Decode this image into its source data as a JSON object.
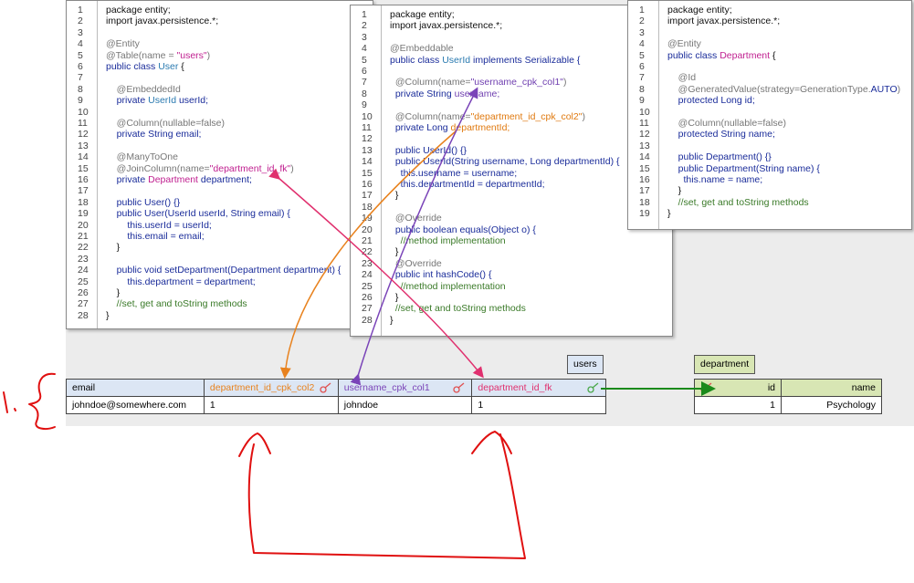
{
  "user_code": {
    "lines": [
      {
        "n": "1",
        "segs": [
          {
            "t": "package entity;",
            "c": ""
          }
        ]
      },
      {
        "n": "2",
        "segs": [
          {
            "t": "import javax.persistence.*;",
            "c": ""
          }
        ]
      },
      {
        "n": "3",
        "segs": []
      },
      {
        "n": "4",
        "segs": [
          {
            "t": "@Entity",
            "c": "a"
          }
        ]
      },
      {
        "n": "5",
        "segs": [
          {
            "t": "@Table(name = ",
            "c": "a"
          },
          {
            "t": "\"users\"",
            "c": "s"
          },
          {
            "t": ")",
            "c": "a"
          }
        ]
      },
      {
        "n": "6",
        "segs": [
          {
            "t": "public class ",
            "c": "f"
          },
          {
            "t": "User",
            "c": "t"
          },
          {
            "t": " {",
            "c": ""
          }
        ]
      },
      {
        "n": "7",
        "segs": []
      },
      {
        "n": "8",
        "segs": [
          {
            "t": "    @EmbeddedId",
            "c": "a"
          }
        ]
      },
      {
        "n": "9",
        "segs": [
          {
            "t": "    private ",
            "c": "f"
          },
          {
            "t": "UserId",
            "c": "t"
          },
          {
            "t": " userId;",
            "c": "f"
          }
        ]
      },
      {
        "n": "10",
        "segs": []
      },
      {
        "n": "11",
        "segs": [
          {
            "t": "    @Column(nullable=false)",
            "c": "a"
          }
        ]
      },
      {
        "n": "12",
        "segs": [
          {
            "t": "    private String email;",
            "c": "f"
          }
        ]
      },
      {
        "n": "13",
        "segs": []
      },
      {
        "n": "14",
        "segs": [
          {
            "t": "    @ManyToOne",
            "c": "a"
          }
        ]
      },
      {
        "n": "15",
        "segs": [
          {
            "t": "    @JoinColumn(name=",
            "c": "a"
          },
          {
            "t": "\"department_id_fk\"",
            "c": "s"
          },
          {
            "t": ")",
            "c": "a"
          }
        ]
      },
      {
        "n": "16",
        "segs": [
          {
            "t": "    private ",
            "c": "f"
          },
          {
            "t": "Department",
            "c": "s"
          },
          {
            "t": " department;",
            "c": "f"
          }
        ]
      },
      {
        "n": "17",
        "segs": []
      },
      {
        "n": "18",
        "segs": [
          {
            "t": "    public User() {}",
            "c": "f"
          }
        ]
      },
      {
        "n": "19",
        "segs": [
          {
            "t": "    public User(UserId userId, String email) {",
            "c": "f"
          }
        ]
      },
      {
        "n": "20",
        "segs": [
          {
            "t": "        this.userId = userId;",
            "c": "f"
          }
        ]
      },
      {
        "n": "21",
        "segs": [
          {
            "t": "        this.email = email;",
            "c": "f"
          }
        ]
      },
      {
        "n": "22",
        "segs": [
          {
            "t": "    }",
            "c": ""
          }
        ]
      },
      {
        "n": "23",
        "segs": []
      },
      {
        "n": "24",
        "segs": [
          {
            "t": "    public void setDepartment(Department department) {",
            "c": "f"
          }
        ]
      },
      {
        "n": "25",
        "segs": [
          {
            "t": "        this.department = department;",
            "c": "f"
          }
        ]
      },
      {
        "n": "26",
        "segs": [
          {
            "t": "    }",
            "c": ""
          }
        ]
      },
      {
        "n": "27",
        "segs": [
          {
            "t": "    //set, get and toString methods",
            "c": "c"
          }
        ]
      },
      {
        "n": "28",
        "segs": [
          {
            "t": "}",
            "c": ""
          }
        ]
      }
    ]
  },
  "userid_code": {
    "lines": [
      {
        "n": "1",
        "segs": [
          {
            "t": "package entity;",
            "c": ""
          }
        ]
      },
      {
        "n": "2",
        "segs": [
          {
            "t": "import javax.persistence.*;",
            "c": ""
          }
        ]
      },
      {
        "n": "3",
        "segs": []
      },
      {
        "n": "4",
        "segs": [
          {
            "t": "@Embeddable",
            "c": "a"
          }
        ]
      },
      {
        "n": "5",
        "segs": [
          {
            "t": "public class ",
            "c": "f"
          },
          {
            "t": "UserId",
            "c": "t"
          },
          {
            "t": " implements Serializable {",
            "c": "f"
          }
        ]
      },
      {
        "n": "6",
        "segs": []
      },
      {
        "n": "7",
        "segs": [
          {
            "t": "  @Column(name=",
            "c": "a"
          },
          {
            "t": "\"username_cpk_col1\"",
            "c": "p"
          },
          {
            "t": ")",
            "c": "a"
          }
        ]
      },
      {
        "n": "8",
        "segs": [
          {
            "t": "  private String ",
            "c": "f"
          },
          {
            "t": "username;",
            "c": "p"
          }
        ]
      },
      {
        "n": "9",
        "segs": []
      },
      {
        "n": "10",
        "segs": [
          {
            "t": "  @Column(name=",
            "c": "a"
          },
          {
            "t": "\"department_id_cpk_col2\"",
            "c": "o"
          },
          {
            "t": ")",
            "c": "a"
          }
        ]
      },
      {
        "n": "11",
        "segs": [
          {
            "t": "  private Long ",
            "c": "f"
          },
          {
            "t": "departmentId;",
            "c": "o"
          }
        ]
      },
      {
        "n": "12",
        "segs": []
      },
      {
        "n": "13",
        "segs": [
          {
            "t": "  public UserId() {}",
            "c": "f"
          }
        ]
      },
      {
        "n": "14",
        "segs": [
          {
            "t": "  public UserId(String username, Long departmentId) {",
            "c": "f"
          }
        ]
      },
      {
        "n": "15",
        "segs": [
          {
            "t": "    this.username = username;",
            "c": "f"
          }
        ]
      },
      {
        "n": "16",
        "segs": [
          {
            "t": "    this.departmentId = departmentId;",
            "c": "f"
          }
        ]
      },
      {
        "n": "17",
        "segs": [
          {
            "t": "  }",
            "c": ""
          }
        ]
      },
      {
        "n": "18",
        "segs": []
      },
      {
        "n": "19",
        "segs": [
          {
            "t": "  @Override",
            "c": "a"
          }
        ]
      },
      {
        "n": "20",
        "segs": [
          {
            "t": "  public boolean equals(Object o) {",
            "c": "f"
          }
        ]
      },
      {
        "n": "21",
        "segs": [
          {
            "t": "    //method implementation",
            "c": "c"
          }
        ]
      },
      {
        "n": "22",
        "segs": [
          {
            "t": "  }",
            "c": ""
          }
        ]
      },
      {
        "n": "23",
        "segs": [
          {
            "t": "  @Override",
            "c": "a"
          }
        ]
      },
      {
        "n": "24",
        "segs": [
          {
            "t": "  public int hashCode() {",
            "c": "f"
          }
        ]
      },
      {
        "n": "25",
        "segs": [
          {
            "t": "    //method implementation",
            "c": "c"
          }
        ]
      },
      {
        "n": "26",
        "segs": [
          {
            "t": "  }",
            "c": ""
          }
        ]
      },
      {
        "n": "27",
        "segs": [
          {
            "t": "  //set, get and toString methods",
            "c": "c"
          }
        ]
      },
      {
        "n": "28",
        "segs": [
          {
            "t": "}",
            "c": ""
          }
        ]
      }
    ]
  },
  "department_code": {
    "lines": [
      {
        "n": "1",
        "segs": [
          {
            "t": "package entity;",
            "c": ""
          }
        ]
      },
      {
        "n": "2",
        "segs": [
          {
            "t": "import javax.persistence.*;",
            "c": ""
          }
        ]
      },
      {
        "n": "3",
        "segs": []
      },
      {
        "n": "4",
        "segs": [
          {
            "t": "@Entity",
            "c": "a"
          }
        ]
      },
      {
        "n": "5",
        "segs": [
          {
            "t": "public class ",
            "c": "f"
          },
          {
            "t": "Department",
            "c": "s"
          },
          {
            "t": " {",
            "c": ""
          }
        ]
      },
      {
        "n": "6",
        "segs": []
      },
      {
        "n": "7",
        "segs": [
          {
            "t": "    @Id",
            "c": "a"
          }
        ]
      },
      {
        "n": "8",
        "segs": [
          {
            "t": "    @GeneratedValue(strategy=GenerationType.",
            "c": "a"
          },
          {
            "t": "AUTO",
            "c": "f"
          },
          {
            "t": ")",
            "c": "a"
          }
        ]
      },
      {
        "n": "9",
        "segs": [
          {
            "t": "    protected Long id;",
            "c": "f"
          }
        ]
      },
      {
        "n": "10",
        "segs": []
      },
      {
        "n": "11",
        "segs": [
          {
            "t": "    @Column(nullable=false)",
            "c": "a"
          }
        ]
      },
      {
        "n": "12",
        "segs": [
          {
            "t": "    protected String name;",
            "c": "f"
          }
        ]
      },
      {
        "n": "13",
        "segs": []
      },
      {
        "n": "14",
        "segs": [
          {
            "t": "    public Department() {}",
            "c": "f"
          }
        ]
      },
      {
        "n": "15",
        "segs": [
          {
            "t": "    public Department(String name) {",
            "c": "f"
          }
        ]
      },
      {
        "n": "16",
        "segs": [
          {
            "t": "      this.name = name;",
            "c": "f"
          }
        ]
      },
      {
        "n": "17",
        "segs": [
          {
            "t": "    }",
            "c": ""
          }
        ]
      },
      {
        "n": "18",
        "segs": [
          {
            "t": "    //set, get and toString methods",
            "c": "c"
          }
        ]
      },
      {
        "n": "19",
        "segs": [
          {
            "t": "}",
            "c": ""
          }
        ]
      }
    ]
  },
  "users_table": {
    "title": "users",
    "headers": [
      "email",
      "department_id_cpk_col2",
      "username_cpk_col1",
      "department_id_fk"
    ],
    "row": [
      "johndoe@somewhere.com",
      "1",
      "johndoe",
      "1"
    ]
  },
  "department_table": {
    "title": "department",
    "headers": [
      "id",
      "name"
    ],
    "row": [
      "1",
      "Psychology"
    ]
  },
  "colors": {
    "orange": "#e8821e",
    "purple": "#7a44b8",
    "pink": "#e0306e",
    "green": "#1a8a1a",
    "red": "#e01010"
  }
}
